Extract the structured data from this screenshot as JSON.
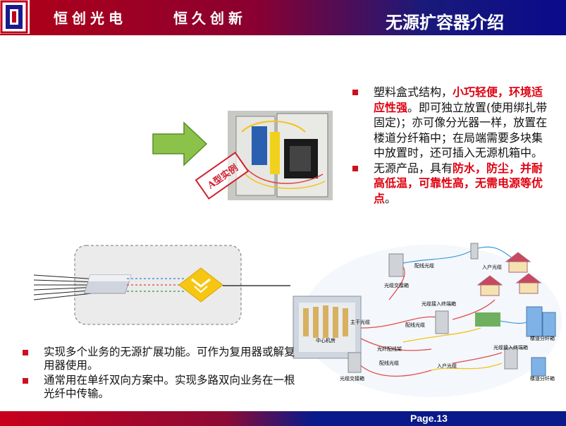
{
  "header": {
    "slogan_left": "恒创光电",
    "slogan_right": "恒久创新",
    "title": "无源扩容器介绍",
    "colors": {
      "red": "#b00018",
      "blue": "#0a0a8c"
    }
  },
  "stamp": {
    "text": "A型实例"
  },
  "right_bullets": [
    {
      "pre": "塑料盒式结构，",
      "highlight": "小巧轻便，环境适应性强",
      "post": "。即可独立放置(使用绑扎带固定)；亦可像分光器一样，放置在楼道分纤箱中；在局端需要多块集中放置时，还可插入无源机箱中。"
    },
    {
      "pre": "无源产品，具有",
      "highlight": "防水，防尘，并耐高低温，可靠性高，无需电源等优点",
      "post": "。"
    }
  ],
  "bottom_bullets": [
    "实现多个业务的无源扩展功能。可作为复用器或解复用器使用。",
    "通常用在单纤双向方案中。实现多路双向业务在一根光纤中传输。"
  ],
  "network_labels": {
    "a": "配线光缆",
    "b": "光缆交接箱",
    "c": "入户光缆",
    "d": "光缆接入终端箱",
    "e": "主干光缆",
    "f": "配线光缆",
    "g": "中心机房",
    "h": "光纤配线架",
    "i": "楼道分纤箱",
    "j": "光缆接入终端箱",
    "k": "配线光缆",
    "l": "入户光缆",
    "m": "光缆交接箱",
    "n": "楼道分纤箱"
  },
  "footer": {
    "page": "Page.13"
  }
}
